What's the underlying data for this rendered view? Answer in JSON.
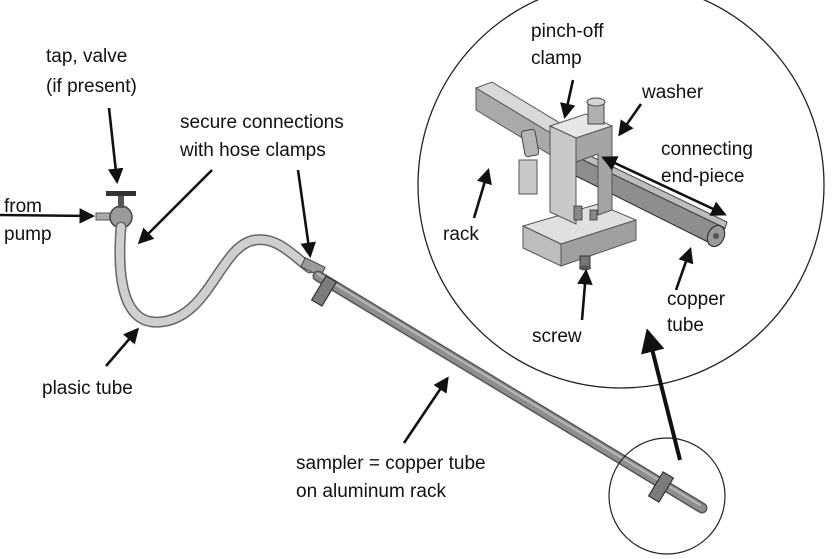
{
  "labels": {
    "tap_line1": "tap, valve",
    "tap_line2": "(if present)",
    "from_line1": "from",
    "from_line2": "pump",
    "secure_line1": "secure connections",
    "secure_line2": "with hose clamps",
    "plastic_tube": "plasic tube",
    "sampler_line1": "sampler = copper tube",
    "sampler_line2": "on aluminum rack",
    "pinch_line1": "pinch-off",
    "pinch_line2": "clamp",
    "washer": "washer",
    "connecting_line1": "connecting",
    "connecting_line2": "end-piece",
    "rack": "rack",
    "screw": "screw",
    "copper_line1": "copper",
    "copper_line2": "tube"
  },
  "colors": {
    "ink": "#111111",
    "plastic_tube": "#c8c8c8",
    "copper_tube": "#8e8e8e",
    "rack_light": "#d6d6d6",
    "rack_mid": "#b4b4b4",
    "rack_dark": "#8a8a8a"
  }
}
